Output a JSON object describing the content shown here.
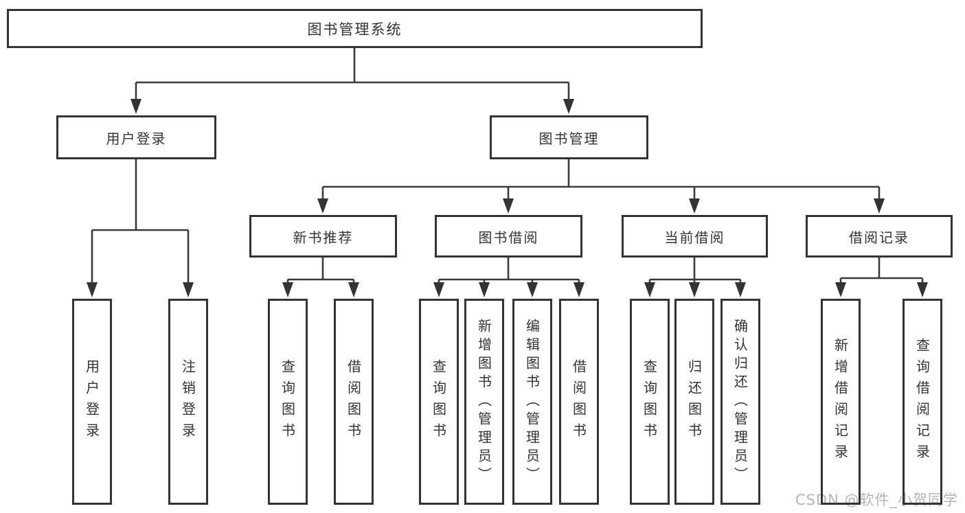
{
  "title": "图书管理系统",
  "nodes": {
    "root": "图书管理系统",
    "level2": [
      "用户登录",
      "图书管理"
    ],
    "level3": [
      "新书推荐",
      "图书借阅",
      "当前借阅",
      "借阅记录"
    ],
    "leaves": [
      "用户登录",
      "注销登录",
      "查询图书",
      "借阅图书",
      "查询图书",
      "新增图书（管理员）",
      "编辑图书（管理员）",
      "借阅图书",
      "查询图书",
      "归还图书",
      "确认归还（管理员）",
      "新增借阅记录",
      "查询借阅记录"
    ]
  },
  "hierarchy": {
    "图书管理系统": [
      "用户登录",
      "图书管理"
    ],
    "用户登录": [
      "用户登录",
      "注销登录"
    ],
    "图书管理": [
      "新书推荐",
      "图书借阅",
      "当前借阅",
      "借阅记录"
    ],
    "新书推荐": [
      "查询图书",
      "借阅图书"
    ],
    "图书借阅": [
      "查询图书",
      "新增图书（管理员）",
      "编辑图书（管理员）",
      "借阅图书"
    ],
    "当前借阅": [
      "查询图书",
      "归还图书",
      "确认归还（管理员）"
    ],
    "借阅记录": [
      "新增借阅记录",
      "查询借阅记录"
    ]
  },
  "watermark": "CSDN @软件_小贺同学",
  "colors": {
    "line": "#3a3a3a",
    "text": "#333333",
    "background": "#ffffff",
    "watermark": "#b4b4b4"
  }
}
